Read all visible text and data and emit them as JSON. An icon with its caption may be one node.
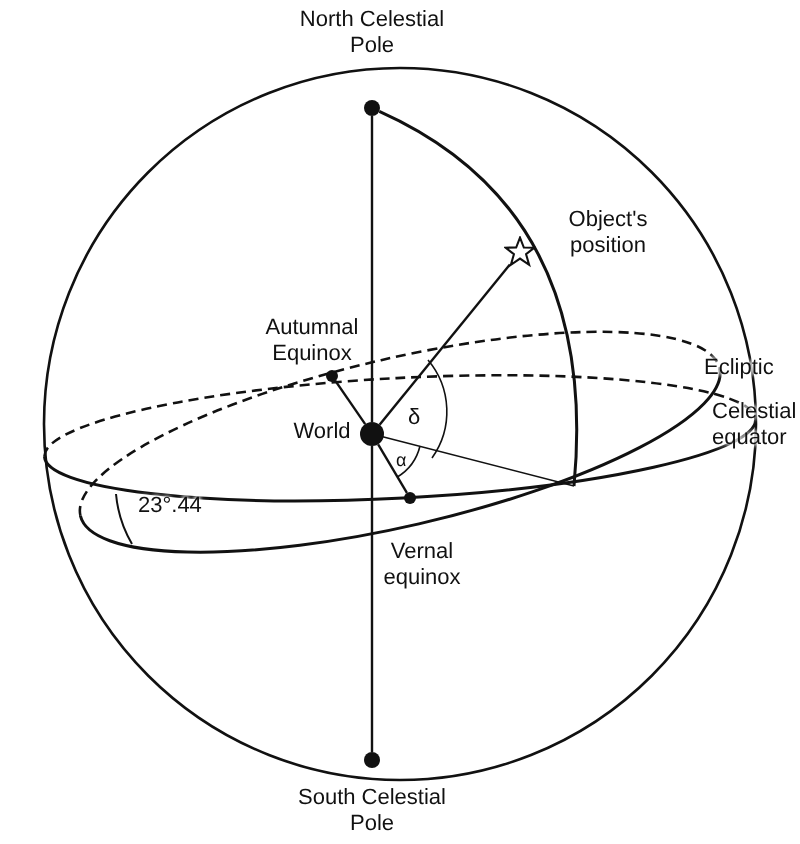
{
  "diagram": {
    "nodes": [
      {
        "text": [
          "North Celestial Pole"
        ]
      },
      {
        "text": [
          "Autumnal Equinox"
        ]
      },
      {
        "text": [
          "World"
        ]
      },
      {
        "text": [
          "Object's position"
        ]
      },
      {
        "text": [
          "Vernal equinox"
        ]
      },
      {
        "text": [
          "South Celestial Pole"
        ]
      }
    ],
    "edges": [
      {
        "from": 0,
        "to": 2,
        "arrow": "none"
      },
      {
        "from": 2,
        "to": 5,
        "arrow": "none"
      },
      {
        "from": 0,
        "to": null,
        "arrow": "none"
      },
      {
        "from": 2,
        "to": 3,
        "arrow": "none"
      },
      {
        "from": 1,
        "to": 2,
        "arrow": "none"
      },
      {
        "from": 2,
        "to": 4,
        "arrow": "none"
      }
    ],
    "labels": [
      "Ecliptic",
      "Celestial equator",
      "δ",
      "α",
      "23°.44"
    ]
  }
}
